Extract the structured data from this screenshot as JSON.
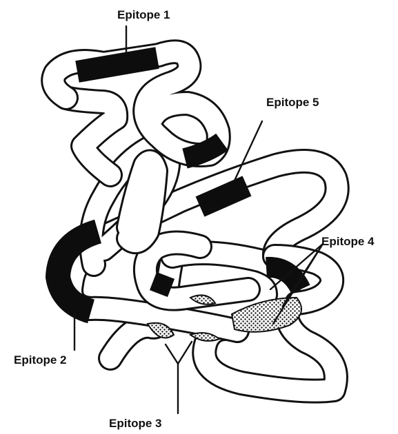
{
  "figure": {
    "labels": {
      "epitope1": "Epitope 1",
      "epitope2": "Epitope 2",
      "epitope3": "Epitope 3",
      "epitope4": "Epitope 4",
      "epitope5": "Epitope 5"
    },
    "colors": {
      "outline": "#111111",
      "tube": "#ffffff",
      "epitope": "#0d0d0d",
      "background": "#ffffff"
    }
  }
}
